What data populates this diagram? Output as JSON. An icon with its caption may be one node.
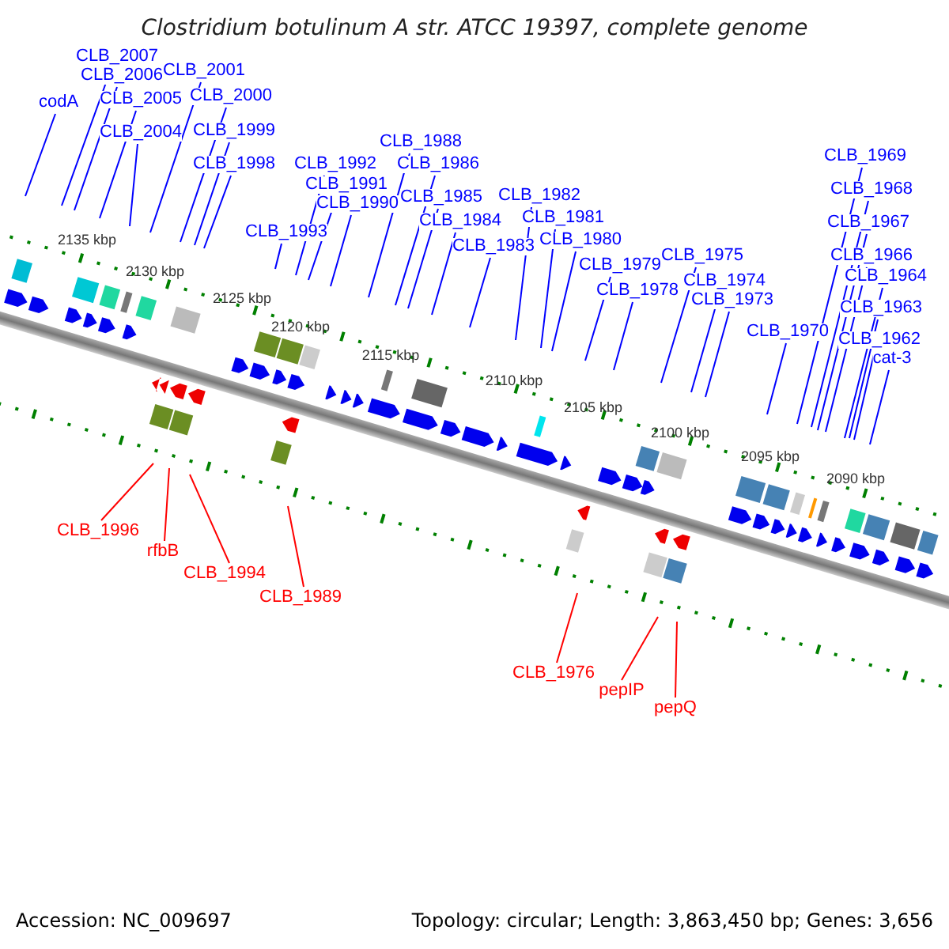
{
  "diagram": {
    "title": "Clostridium botulinum A str. ATCC 19397, complete genome",
    "nodes": [
      {
        "text": [
          "CLB_2007"
        ]
      },
      {
        "text": [
          "CLB_2006"
        ]
      },
      {
        "text": [
          "codA"
        ]
      },
      {
        "text": [
          "CLB_2005"
        ]
      },
      {
        "text": [
          "CLB_2004"
        ]
      },
      {
        "text": [
          "CLB_2001"
        ]
      },
      {
        "text": [
          "CLB_2000"
        ]
      },
      {
        "text": [
          "CLB_1999"
        ]
      },
      {
        "text": [
          "CLB_1998"
        ]
      },
      {
        "text": [
          "CLB_1993"
        ]
      },
      {
        "text": [
          "CLB_1992"
        ]
      },
      {
        "text": [
          "CLB_1991"
        ]
      },
      {
        "text": [
          "CLB_1990"
        ]
      },
      {
        "text": [
          "CLB_1988"
        ]
      },
      {
        "text": [
          "CLB_1986"
        ]
      },
      {
        "text": [
          "CLB_1985"
        ]
      },
      {
        "text": [
          "CLB_1984"
        ]
      },
      {
        "text": [
          "CLB_1983"
        ]
      },
      {
        "text": [
          "CLB_1982"
        ]
      },
      {
        "text": [
          "CLB_1981"
        ]
      },
      {
        "text": [
          "CLB_1980"
        ]
      },
      {
        "text": [
          "CLB_1979"
        ]
      },
      {
        "text": [
          "CLB_1978"
        ]
      },
      {
        "text": [
          "CLB_1975"
        ]
      },
      {
        "text": [
          "CLB_1974"
        ]
      },
      {
        "text": [
          "CLB_1973"
        ]
      },
      {
        "text": [
          "CLB_1970"
        ]
      },
      {
        "text": [
          "CLB_1969"
        ]
      },
      {
        "text": [
          "CLB_1968"
        ]
      },
      {
        "text": [
          "CLB_1967"
        ]
      },
      {
        "text": [
          "CLB_1966"
        ]
      },
      {
        "text": [
          "CLB_1964"
        ]
      },
      {
        "text": [
          "CLB_1963"
        ]
      },
      {
        "text": [
          "CLB_1962"
        ]
      },
      {
        "text": [
          "cat-3"
        ]
      },
      {
        "text": [
          "CLB_1996"
        ]
      },
      {
        "text": [
          "rfbB"
        ]
      },
      {
        "text": [
          "CLB_1994"
        ]
      },
      {
        "text": [
          "CLB_1989"
        ]
      },
      {
        "text": [
          "CLB_1976"
        ]
      },
      {
        "text": [
          "pepIP"
        ]
      },
      {
        "text": [
          "pepQ"
        ]
      }
    ],
    "edges": [
      {
        "from": 0,
        "to": null,
        "arrow": "none"
      },
      {
        "from": 1,
        "to": null,
        "arrow": "none"
      },
      {
        "from": 2,
        "to": null,
        "arrow": "none"
      },
      {
        "from": 3,
        "to": null,
        "arrow": "none"
      },
      {
        "from": 4,
        "to": null,
        "arrow": "none"
      },
      {
        "from": 5,
        "to": null,
        "arrow": "none"
      },
      {
        "from": 6,
        "to": null,
        "arrow": "none"
      },
      {
        "from": 7,
        "to": null,
        "arrow": "none"
      },
      {
        "from": 8,
        "to": null,
        "arrow": "none"
      },
      {
        "from": 9,
        "to": null,
        "arrow": "none"
      },
      {
        "from": 10,
        "to": null,
        "arrow": "none"
      },
      {
        "from": 11,
        "to": null,
        "arrow": "none"
      },
      {
        "from": 12,
        "to": null,
        "arrow": "none"
      },
      {
        "from": 13,
        "to": null,
        "arrow": "none"
      },
      {
        "from": 14,
        "to": null,
        "arrow": "none"
      },
      {
        "from": 15,
        "to": null,
        "arrow": "none"
      },
      {
        "from": 16,
        "to": null,
        "arrow": "none"
      },
      {
        "from": 17,
        "to": null,
        "arrow": "none"
      },
      {
        "from": 18,
        "to": null,
        "arrow": "none"
      },
      {
        "from": 19,
        "to": null,
        "arrow": "none"
      },
      {
        "from": 20,
        "to": null,
        "arrow": "none"
      },
      {
        "from": 21,
        "to": null,
        "arrow": "none"
      },
      {
        "from": 22,
        "to": null,
        "arrow": "none"
      },
      {
        "from": 23,
        "to": null,
        "arrow": "none"
      },
      {
        "from": 24,
        "to": null,
        "arrow": "none"
      },
      {
        "from": 25,
        "to": null,
        "arrow": "none"
      },
      {
        "from": 26,
        "to": null,
        "arrow": "none"
      },
      {
        "from": 27,
        "to": null,
        "arrow": "none"
      },
      {
        "from": 28,
        "to": null,
        "arrow": "none"
      },
      {
        "from": 29,
        "to": null,
        "arrow": "none"
      },
      {
        "from": 30,
        "to": null,
        "arrow": "none"
      },
      {
        "from": 31,
        "to": null,
        "arrow": "none"
      },
      {
        "from": 32,
        "to": null,
        "arrow": "none"
      },
      {
        "from": 33,
        "to": null,
        "arrow": "none"
      },
      {
        "from": 34,
        "to": null,
        "arrow": "none"
      },
      {
        "from": 35,
        "to": null,
        "arrow": "none",
        "color": "#ff0000"
      },
      {
        "from": 36,
        "to": null,
        "arrow": "none",
        "color": "#ff0000"
      },
      {
        "from": 37,
        "to": null,
        "arrow": "none",
        "color": "#ff0000"
      },
      {
        "from": 38,
        "to": null,
        "arrow": "none",
        "color": "#ff0000"
      },
      {
        "from": 39,
        "to": null,
        "arrow": "none",
        "color": "#ff0000"
      },
      {
        "from": 40,
        "to": null,
        "arrow": "none",
        "color": "#ff0000"
      },
      {
        "from": 41,
        "to": null,
        "arrow": "none",
        "color": "#ff0000"
      }
    ],
    "labels": [
      "2135 kbp",
      "2130 kbp",
      "2125 kbp",
      "2120 kbp",
      "2115 kbp",
      "2110 kbp",
      "2105 kbp",
      "2100 kbp",
      "2095 kbp",
      "2090 kbp",
      "Accession: NC_009697",
      "Topology: circular; Length: 3,863,450 bp; Genes: 3,656"
    ]
  }
}
